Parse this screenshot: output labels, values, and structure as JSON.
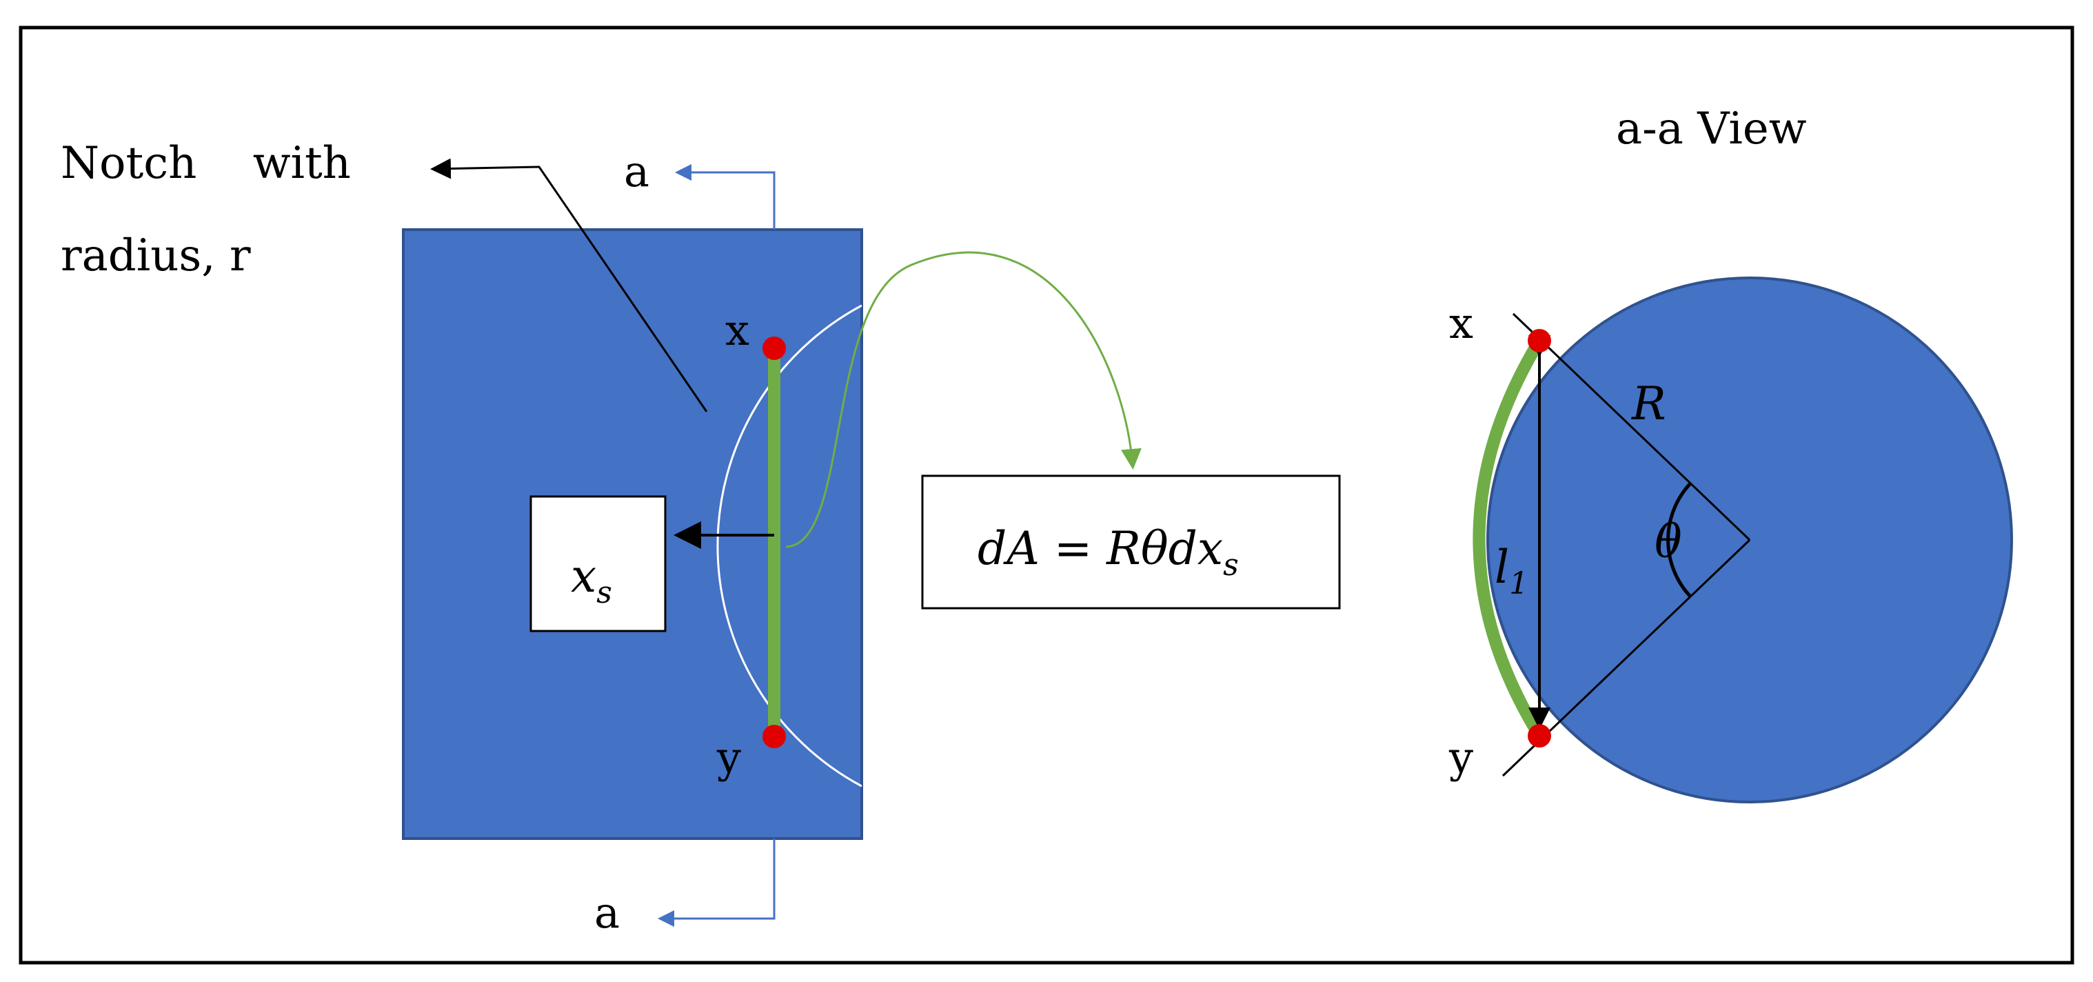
{
  "labels": {
    "notch_line1": "Notch    with",
    "notch_line2": "radius, r",
    "section_top": "a",
    "section_bottom": "a",
    "point_x_left": "x",
    "point_y_left": "y",
    "point_x_right": "x",
    "point_y_right": "y",
    "view_title": "a-a View",
    "radius_R": "R",
    "angle_theta": "θ"
  },
  "math": {
    "xs_main": "x",
    "xs_sub": "s",
    "dA_main": "dA = Rθdx",
    "dA_sub": "s",
    "l1_main": "l",
    "l1_sub": "1"
  },
  "colors": {
    "block_fill": "#4472c4",
    "block_stroke": "#2f528f",
    "green_line": "#70ad47",
    "red_point": "#e00000",
    "section_arrow": "#4472c4",
    "notch_arc": "#ffffff",
    "black": "#000000"
  }
}
